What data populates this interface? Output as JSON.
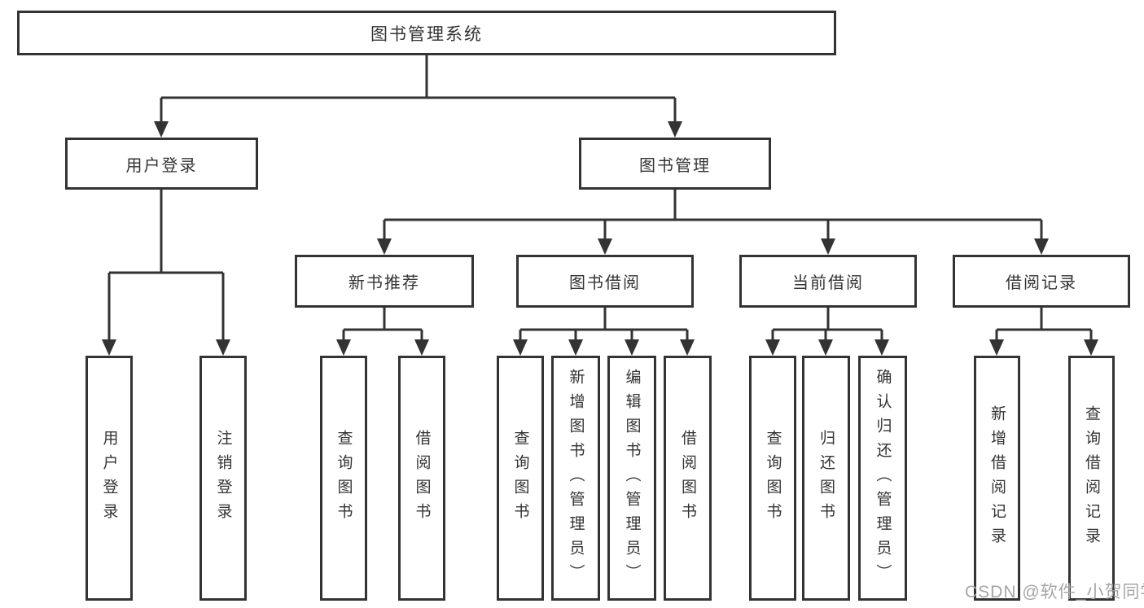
{
  "tree": {
    "root": {
      "label": "图书管理系统",
      "children": [
        {
          "label": "用户登录",
          "children": [
            {
              "label": "用户登录"
            },
            {
              "label": "注销登录"
            }
          ]
        },
        {
          "label": "图书管理",
          "children": [
            {
              "label": "新书推荐",
              "children": [
                {
                  "label": "查询图书"
                },
                {
                  "label": "借阅图书"
                }
              ]
            },
            {
              "label": "图书借阅",
              "children": [
                {
                  "label": "查询图书"
                },
                {
                  "label": "新增图书（管理员）"
                },
                {
                  "label": "编辑图书（管理员）"
                },
                {
                  "label": "借阅图书"
                }
              ]
            },
            {
              "label": "当前借阅",
              "children": [
                {
                  "label": "查询图书"
                },
                {
                  "label": "归还图书"
                },
                {
                  "label": "确认归还（管理员）"
                }
              ]
            },
            {
              "label": "借阅记录",
              "children": [
                {
                  "label": "新增借阅记录"
                },
                {
                  "label": "查询借阅记录"
                }
              ]
            }
          ]
        }
      ]
    }
  },
  "watermark": {
    "text": "CSDN @软件_小贺同学"
  },
  "colors": {
    "line": "#333333",
    "text": "#333333",
    "background": "#ffffff",
    "watermark": "#a6a6a6"
  }
}
